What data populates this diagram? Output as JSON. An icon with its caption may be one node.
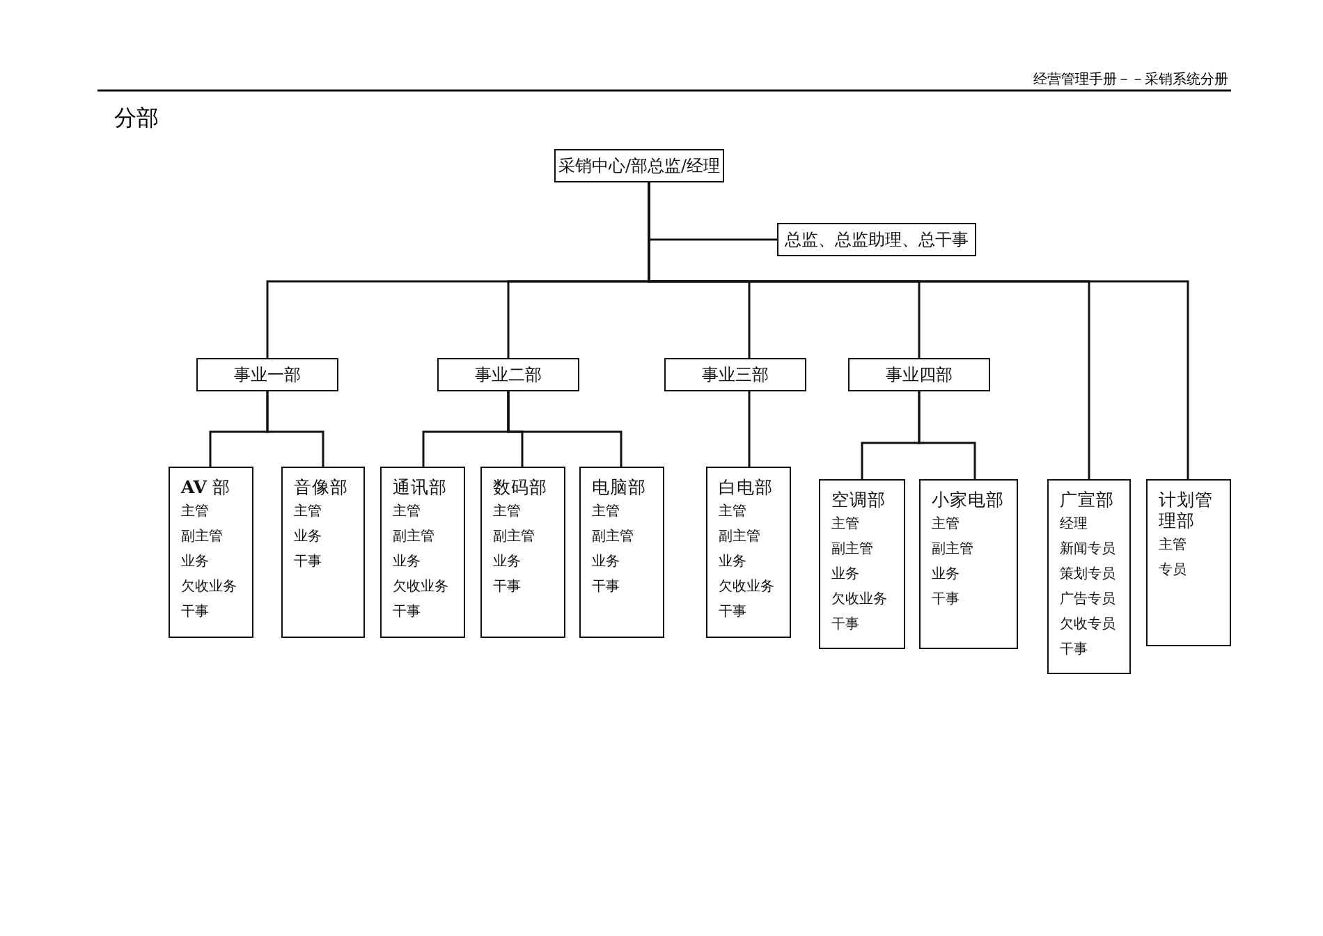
{
  "diagram": {
    "title": "分部",
    "nodes": [
      {
        "text": [
          "采销中心/部总监/经理"
        ]
      },
      {
        "text": [
          "总监、总监助理、总干事"
        ]
      },
      {
        "text": [
          "事业一部"
        ]
      },
      {
        "text": [
          "事业二部"
        ]
      },
      {
        "text": [
          "事业三部"
        ]
      },
      {
        "text": [
          "事业四部"
        ]
      },
      {
        "text": [
          "**AV** 部",
          "主管",
          "副主管",
          "业务",
          "欠收业务",
          "干事"
        ]
      },
      {
        "text": [
          "音像部",
          "主管",
          "业务",
          "干事"
        ]
      },
      {
        "text": [
          "通讯部",
          "主管",
          "副主管",
          "业务",
          "欠收业务",
          "干事"
        ]
      },
      {
        "text": [
          "数码部",
          "主管",
          "副主管",
          "业务",
          "干事"
        ]
      },
      {
        "text": [
          "电脑部",
          "主管",
          "副主管",
          "业务",
          "干事"
        ]
      },
      {
        "text": [
          "白电部",
          "主管",
          "副主管",
          "业务",
          "欠收业务",
          "干事"
        ]
      },
      {
        "text": [
          "空调部",
          "主管",
          "副主管",
          "业务",
          "欠收业务",
          "干事"
        ]
      },
      {
        "text": [
          "小家电部",
          "主管",
          "副主管",
          "业务",
          "干事"
        ]
      },
      {
        "text": [
          "广宣部",
          "经理",
          "新闻专员",
          "策划专员",
          "广告专员",
          "欠收专员",
          "干事"
        ]
      },
      {
        "text": [
          "计划管理部",
          "主管",
          "专员"
        ]
      }
    ],
    "edges": [
      {
        "from": 0,
        "to": 1,
        "arrow": "none"
      },
      {
        "from": 0,
        "to": 2,
        "arrow": "none"
      },
      {
        "from": 0,
        "to": 3,
        "arrow": "none"
      },
      {
        "from": 0,
        "to": 4,
        "arrow": "none"
      },
      {
        "from": 0,
        "to": 5,
        "arrow": "none"
      },
      {
        "from": 0,
        "to": 14,
        "arrow": "none"
      },
      {
        "from": 0,
        "to": 15,
        "arrow": "none"
      },
      {
        "from": 2,
        "to": 6,
        "arrow": "none"
      },
      {
        "from": 2,
        "to": 7,
        "arrow": "none"
      },
      {
        "from": 3,
        "to": 8,
        "arrow": "none"
      },
      {
        "from": 3,
        "to": 9,
        "arrow": "none"
      },
      {
        "from": 3,
        "to": 10,
        "arrow": "none"
      },
      {
        "from": 4,
        "to": 11,
        "arrow": "none"
      },
      {
        "from": 5,
        "to": 12,
        "arrow": "none"
      },
      {
        "from": 5,
        "to": 13,
        "arrow": "none"
      }
    ],
    "labels": [
      "经营管理手册－－采销系统分册"
    ]
  }
}
